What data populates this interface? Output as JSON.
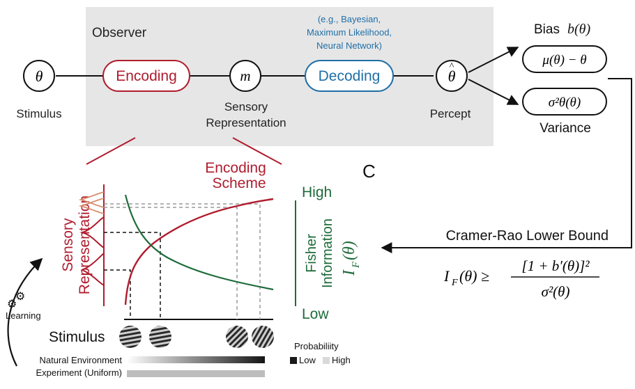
{
  "observer": {
    "title": "Observer",
    "decoding_examples": [
      "(e.g., Bayesian,",
      "Maximum Likelihood,",
      "Neural Network)"
    ]
  },
  "pipeline": {
    "stimulus_symbol": "θ",
    "stimulus_label": "Stimulus",
    "encoding_label": "Encoding",
    "sensory_symbol": "m",
    "sensory_label_line1": "Sensory",
    "sensory_label_line2": "Representation",
    "decoding_label": "Decoding",
    "percept_symbol": "θ",
    "percept_label": "Percept"
  },
  "bias_variance": {
    "bias_label": "Bias",
    "bias_function": "b(θ)",
    "bias_formula": "μ(θ) − θ",
    "variance_formula": "σ²θ(θ)",
    "variance_label": "Variance"
  },
  "bound": {
    "label": "Cramer-Rao Lower Bound",
    "lhs": "I",
    "lhs_sub": "F",
    "lhs_arg": "(θ) ≥",
    "numerator": "[1 + b′(θ)]²",
    "denominator": "σ²(θ)"
  },
  "panel_letter": "C",
  "encoding_panel": {
    "scheme_line1": "Encoding",
    "scheme_line2": "Scheme",
    "sensory_axis_line1": "Sensory",
    "sensory_axis_line2": "Representation",
    "fisher_high": "High",
    "fisher_low": "Low",
    "fisher_line1": "Fisher",
    "fisher_line2": "Information",
    "fisher_symbol": "I",
    "fisher_sub": "F",
    "fisher_arg": "(θ)",
    "stimulus_axis_label": "Stimulus",
    "learning_label": "Learning"
  },
  "priors": {
    "natural": "Natural Environment",
    "experiment": "Experiment (Uniform)",
    "probability_title": "Probabiliity",
    "low": "Low",
    "high": "High"
  },
  "colors": {
    "encoding_red": "#b01c2e",
    "decoding_blue": "#1f6fa8",
    "fisher_green": "#1e6b3a",
    "panel_gray": "#e6e6e6"
  }
}
